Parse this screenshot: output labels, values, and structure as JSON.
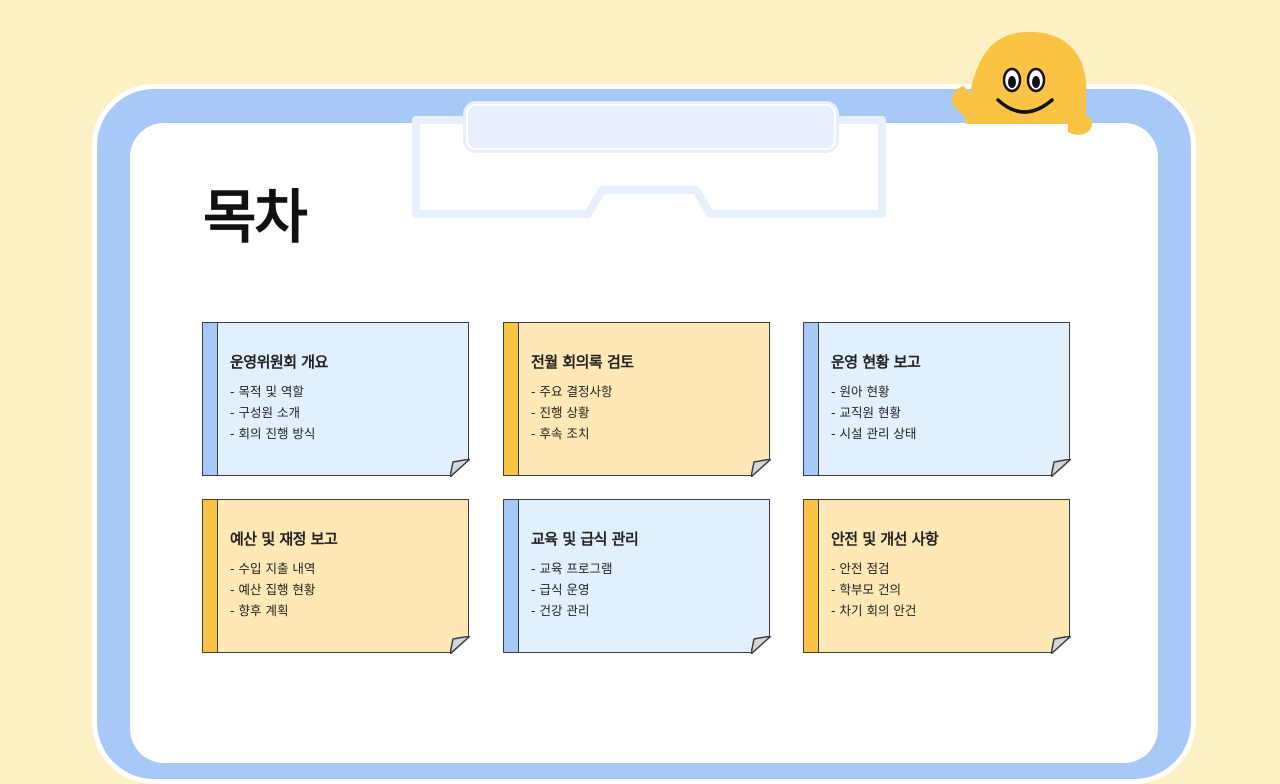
{
  "title": "목차",
  "colors": {
    "background": "#fdf0c4",
    "board": "#a7c9f8",
    "card_blue": "#e2f0fd",
    "card_yellow": "#fee8b6",
    "stripe_yellow": "#fbc343",
    "mascot": "#fbc343"
  },
  "icons": {
    "mascot": "smiley-mascot-icon",
    "clip": "clipboard-clip-icon",
    "fold": "folded-corner-icon"
  },
  "cards": [
    {
      "heading": "운영위원회 개요",
      "items": [
        "목적 및 역할",
        "구성원 소개",
        "회의 진행 방식"
      ]
    },
    {
      "heading": "전월 회의록 검토",
      "items": [
        "주요 결정사항",
        "진행 상황",
        "후속 조치"
      ]
    },
    {
      "heading": "운영 현황 보고",
      "items": [
        "원아 현황",
        "교직원 현황",
        "시설 관리 상태"
      ]
    },
    {
      "heading": "예산 및 재정 보고",
      "items": [
        "수입 지출 내역",
        "예산 집행 현황",
        "향후 계획"
      ]
    },
    {
      "heading": "교육 및 급식 관리",
      "items": [
        "교육 프로그램",
        "급식 운영",
        "건강 관리"
      ]
    },
    {
      "heading": "안전 및 개선 사항",
      "items": [
        "안전 점검",
        "학부모 건의",
        "차기 회의 안건"
      ]
    }
  ]
}
